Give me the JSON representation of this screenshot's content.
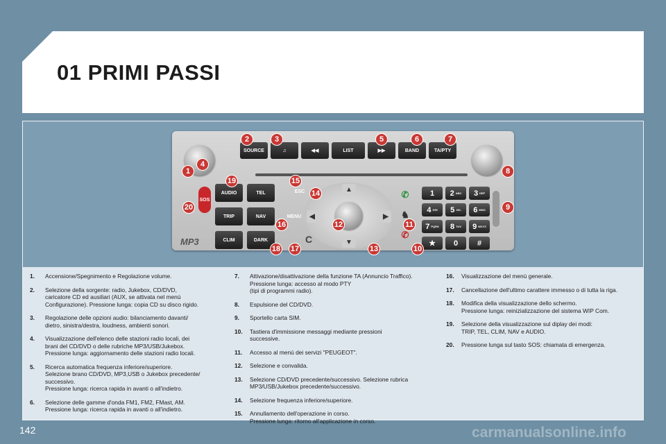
{
  "header": {
    "title": "01 PRIMI PASSI"
  },
  "device": {
    "buttons": {
      "source": "SOURCE",
      "list": "LIST",
      "band": "BAND",
      "ta_pty": "TA/PTY",
      "audio": "AUDIO",
      "tel": "TEL",
      "trip": "TRIP",
      "nav": "NAV",
      "clim": "CLIM",
      "dark": "DARK",
      "esc": "ESC",
      "menu": "MENU",
      "sos": "SOS",
      "mp3": "MP3",
      "c": "C"
    },
    "keypad": [
      {
        "d": "1",
        "l": ""
      },
      {
        "d": "2",
        "l": "ABC"
      },
      {
        "d": "3",
        "l": "DEF"
      },
      {
        "d": "4",
        "l": "GHI"
      },
      {
        "d": "5",
        "l": "JKL"
      },
      {
        "d": "6",
        "l": "MNO"
      },
      {
        "d": "7",
        "l": "PQRS"
      },
      {
        "d": "8",
        "l": "TUV"
      },
      {
        "d": "9",
        "l": "WXYZ"
      },
      {
        "d": "★",
        "l": ""
      },
      {
        "d": "0",
        "l": ""
      },
      {
        "d": "#",
        "l": ""
      }
    ],
    "markers": [
      "1",
      "2",
      "3",
      "4",
      "5",
      "6",
      "7",
      "8",
      "9",
      "10",
      "11",
      "12",
      "13",
      "14",
      "15",
      "16",
      "17",
      "18",
      "19",
      "20"
    ]
  },
  "legend": {
    "col1": [
      {
        "n": "1.",
        "t": "Accensione/Spegnimento e Regolazione volume."
      },
      {
        "n": "2.",
        "t": "Selezione della sorgente: radio, Jukebox, CD/DVD,\ncaricatore CD ed ausiliari (AUX, se attivata nel menù\nConfigurazione). Pressione lunga: copia CD su disco rigido."
      },
      {
        "n": "3.",
        "t": "Regolazione delle opzioni audio: bilanciamento davanti/\ndietro, sinistra/destra, loudness, ambienti sonori."
      },
      {
        "n": "4.",
        "t": "Visualizzazione dell'elenco delle stazioni radio locali, dei\nbrani del CD/DVD o delle rubriche MP3/USB/Jukebox.\nPressione lunga: aggiornamento delle stazioni radio locali."
      },
      {
        "n": "5.",
        "t": "Ricerca automatica frequenza inferiore/superiore.\nSelezione brano CD/DVD, MP3,USB o Jukebox precedente/\nsuccessivo.\nPressione lunga: ricerca rapida in avanti o all'indietro."
      },
      {
        "n": "6.",
        "t": "Selezione delle gamme d'onda FM1, FM2, FMast, AM.\nPressione lunga: ricerca rapida in avanti o all'indietro."
      }
    ],
    "col2": [
      {
        "n": "7.",
        "t": "Attivazione/disattivazione della funzione TA (Annuncio Traffico).\nPressione lunga: accesso al modo PTY\n(tipi di programmi radio)."
      },
      {
        "n": "8.",
        "t": "Espulsione del CD/DVD."
      },
      {
        "n": "9.",
        "t": "Sportello carta SIM."
      },
      {
        "n": "10.",
        "t": "Tastiera d'immissione messaggi mediante pressioni\nsuccessive."
      },
      {
        "n": "11.",
        "t": "Accesso al menù dei servizi \"PEUGEOT\"."
      },
      {
        "n": "12.",
        "t": "Selezione e convalida."
      },
      {
        "n": "13.",
        "t": "Selezione CD/DVD precedente/successivo. Selezione rubrica\nMP3/USB/Jukebox precedente/successivo."
      },
      {
        "n": "14.",
        "t": "Selezione frequenza inferiore/superiore."
      },
      {
        "n": "15.",
        "t": "Annullamento dell'operazione in corso.\nPressione lunga: ritorno all'applicazione in corso."
      }
    ],
    "col3": [
      {
        "n": "16.",
        "t": "Visualizzazione del menù generale."
      },
      {
        "n": "17.",
        "t": "Cancellazione dell'ultimo carattere immesso o di tutta la riga."
      },
      {
        "n": "18.",
        "t": "Modifica della visualizzazione dello schermo.\nPressione lunga: reinizializzazione del sistema WIP Com."
      },
      {
        "n": "19.",
        "t": "Selezione della visualizzazione sul diplay dei modi:\nTRIP, TEL, CLIM, NAV e AUDIO."
      },
      {
        "n": "20.",
        "t": "Pressione lunga sul tasto SOS: chiamata di emergenza."
      }
    ]
  },
  "footer": {
    "page_number": "142",
    "watermark": "carmanualsonline.info"
  }
}
